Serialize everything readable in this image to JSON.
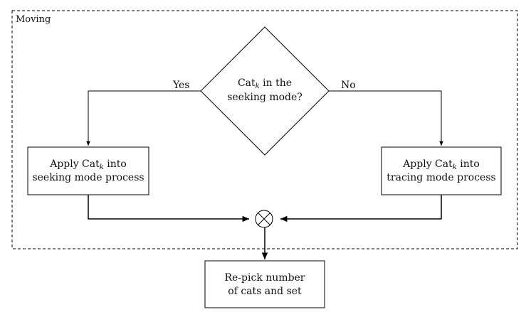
{
  "group": {
    "label": "Moving"
  },
  "decision": {
    "line1_prefix": "Cat",
    "line1_sub": "k",
    "line1_suffix": " in the",
    "line2": "seeking mode?"
  },
  "edges": {
    "yes_label": "Yes",
    "no_label": "No"
  },
  "seeking_box": {
    "line1_prefix": "Apply Cat",
    "line1_sub": "k",
    "line1_suffix": " into",
    "line2": "seeking mode process"
  },
  "tracing_box": {
    "line1_prefix": "Apply Cat",
    "line1_sub": "k",
    "line1_suffix": " into",
    "line2": "tracing mode process"
  },
  "join_node": {
    "symbol": "circled-times"
  },
  "repick_box": {
    "line1": "Re-pick number",
    "line2": "of cats and set"
  }
}
